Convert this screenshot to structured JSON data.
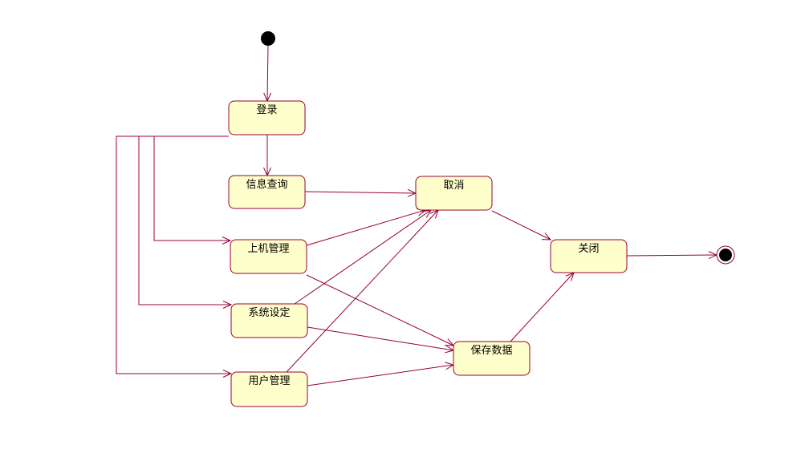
{
  "diagram": {
    "type": "uml-state-diagram",
    "colors": {
      "state_fill": "#ffffcc",
      "state_border": "#990033",
      "edge": "#990033",
      "pseudostate": "#000000"
    },
    "states": [
      {
        "id": "login",
        "label": "登录"
      },
      {
        "id": "info",
        "label": "信息查询"
      },
      {
        "id": "machine",
        "label": "上机管理"
      },
      {
        "id": "settings",
        "label": "系统设定"
      },
      {
        "id": "users",
        "label": "用户管理"
      },
      {
        "id": "cancel",
        "label": "取消"
      },
      {
        "id": "save",
        "label": "保存数据"
      },
      {
        "id": "close",
        "label": "关闭"
      }
    ],
    "pseudostates": [
      {
        "id": "start",
        "kind": "initial"
      },
      {
        "id": "end",
        "kind": "final"
      }
    ],
    "transitions": [
      {
        "from": "start",
        "to": "login"
      },
      {
        "from": "login",
        "to": "info"
      },
      {
        "from": "login",
        "to": "machine"
      },
      {
        "from": "login",
        "to": "settings"
      },
      {
        "from": "login",
        "to": "users"
      },
      {
        "from": "info",
        "to": "cancel"
      },
      {
        "from": "machine",
        "to": "cancel"
      },
      {
        "from": "settings",
        "to": "cancel"
      },
      {
        "from": "users",
        "to": "cancel"
      },
      {
        "from": "machine",
        "to": "save"
      },
      {
        "from": "settings",
        "to": "save"
      },
      {
        "from": "users",
        "to": "save"
      },
      {
        "from": "cancel",
        "to": "close"
      },
      {
        "from": "save",
        "to": "close"
      },
      {
        "from": "close",
        "to": "end"
      }
    ]
  }
}
